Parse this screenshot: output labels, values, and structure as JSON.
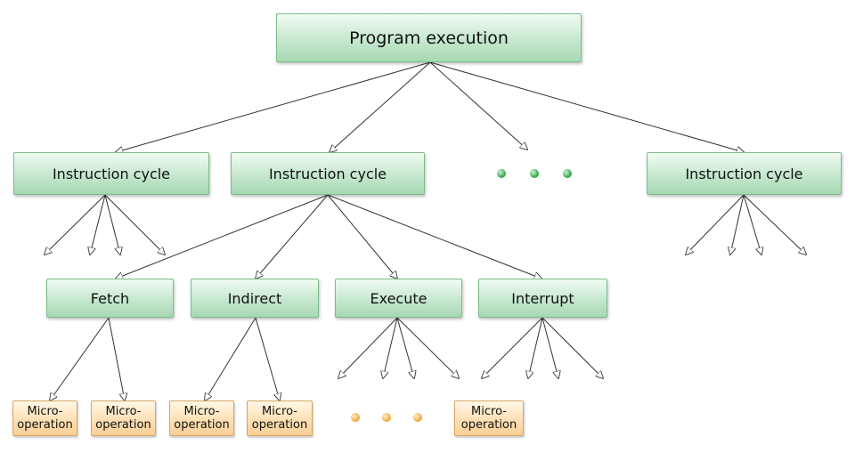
{
  "root": {
    "label": "Program execution"
  },
  "cycles": [
    {
      "label": "Instruction cycle"
    },
    {
      "label": "Instruction cycle"
    },
    {
      "label": "Instruction cycle"
    }
  ],
  "phases": [
    {
      "label": "Fetch"
    },
    {
      "label": "Indirect"
    },
    {
      "label": "Execute"
    },
    {
      "label": "Interrupt"
    }
  ],
  "micro_ops": [
    {
      "label": "Micro-\noperation"
    },
    {
      "label": "Micro-\noperation"
    },
    {
      "label": "Micro-\noperation"
    },
    {
      "label": "Micro-\noperation"
    },
    {
      "label": "Micro-\noperation"
    }
  ],
  "colors": {
    "green_box": "#cdebd5",
    "orange_box": "#ffe2b8",
    "arrow": "#333333"
  }
}
